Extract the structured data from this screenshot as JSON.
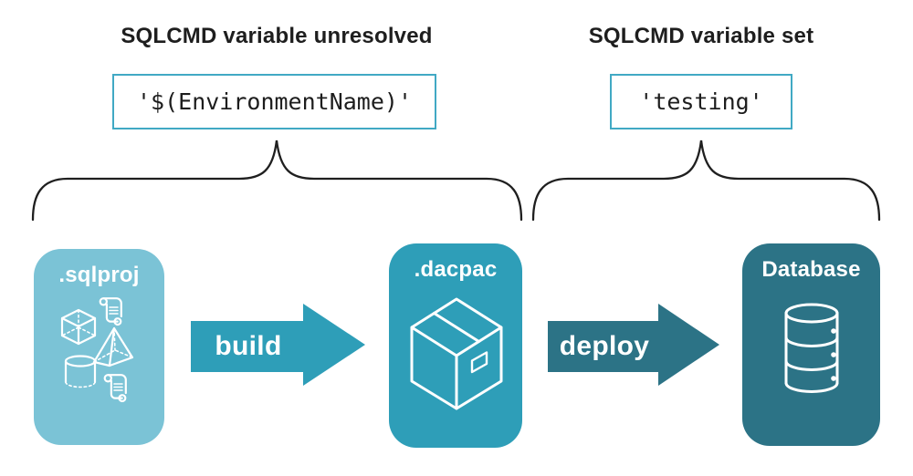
{
  "diagram": {
    "left_annotation": {
      "heading": "SQLCMD variable unresolved",
      "code": "'$(EnvironmentName)'"
    },
    "right_annotation": {
      "heading": "SQLCMD variable set",
      "code": "'testing'"
    },
    "nodes": [
      {
        "label": ".sqlproj",
        "icon": "sql-objects-icon"
      },
      {
        "label": ".dacpac",
        "icon": "package-box-icon"
      },
      {
        "label": "Database",
        "icon": "database-cylinder-icon"
      }
    ],
    "arrows": [
      {
        "label": "build"
      },
      {
        "label": "deploy"
      }
    ],
    "colors": {
      "sqlproj_card": "#7bc3d6",
      "dacpac_card_and_build_arrow": "#2e9eb8",
      "database_card_and_deploy_arrow": "#2c7386",
      "code_box_border": "#41a9c4",
      "heading_text": "#1e1e1e",
      "brace_stroke": "#1f1f1f",
      "icon_stroke": "#ffffff"
    }
  }
}
